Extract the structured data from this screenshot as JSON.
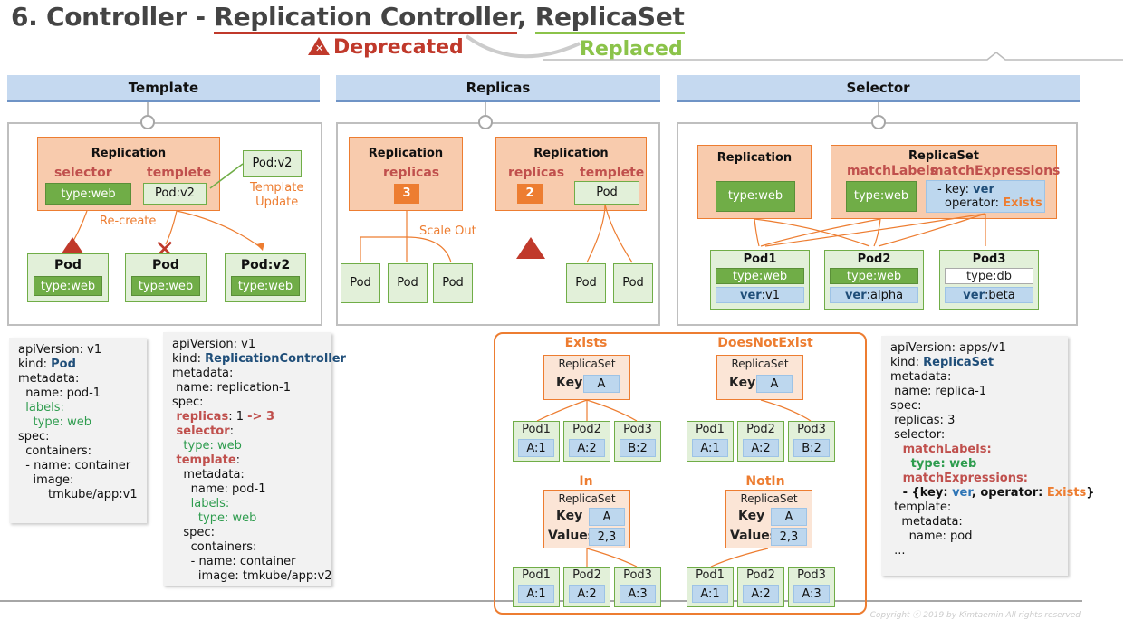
{
  "title": {
    "prefix": "6. Controller - ",
    "rc": "Replication Controller",
    "sep": ", ",
    "rs": "ReplicaSet"
  },
  "deprecated_label": "Deprecated",
  "replaced_label": "Replaced",
  "headers": {
    "template": "Template",
    "replicas": "Replicas",
    "selector": "Selector"
  },
  "template_panel": {
    "replication": "Replication",
    "selector": "selector",
    "templete": "templete",
    "sel_value": "type:web",
    "tmpl_value": "Pod:v2",
    "new_pod": "Pod:v2",
    "template_update": "Template\nUpdate",
    "recreate": "Re-create",
    "pods": [
      {
        "name": "Pod",
        "label": "type:web"
      },
      {
        "name": "Pod",
        "label": "type:web"
      },
      {
        "name": "Pod:v2",
        "label": "type:web"
      }
    ]
  },
  "replicas_panel": {
    "left": {
      "title": "Replication",
      "label": "replicas",
      "value": "3"
    },
    "right": {
      "title": "Replication",
      "replicas": "replicas",
      "value": "2",
      "templete": "templete",
      "pod": "Pod"
    },
    "scale_out": "Scale Out",
    "pod": "Pod"
  },
  "selector_panel": {
    "replication": "Replication",
    "rep_value": "type:web",
    "replicaset": "ReplicaSet",
    "matchLabels": "matchLabels",
    "matchExpressions": "matchExpressions",
    "ml_value": "type:web",
    "me_key_prefix": "- key: ",
    "me_key": "ver",
    "me_op_prefix": "operator: ",
    "me_op": "Exists",
    "pods": [
      {
        "name": "Pod1",
        "type": "type:web",
        "ver_key": "ver",
        "ver_val": ":v1"
      },
      {
        "name": "Pod2",
        "type": "type:web",
        "ver_key": "ver",
        "ver_val": ":alpha"
      },
      {
        "name": "Pod3",
        "type": "type:db",
        "ver_key": "ver",
        "ver_val": ":beta"
      }
    ]
  },
  "yaml_pod": {
    "l1": "apiVersion: v1",
    "kind": "kind: ",
    "kind_v": "Pod",
    "l3": "metadata:",
    "l4": "  name: pod-1",
    "l5": "  labels:",
    "l6": "    type: web",
    "l7": "spec:",
    "l8": "  containers:",
    "l9": "  - name: container",
    "l10": "    image:",
    "l11": "        tmkube/app:v1"
  },
  "yaml_rc": {
    "l1": "apiVersion: v1",
    "kind": "kind: ",
    "kind_v": "ReplicationController",
    "l3": "metadata:",
    "l4": " name: replication-1",
    "l5": "spec:",
    "rep_k": " replicas",
    "rep_v": ": 1 ",
    "rep_arrow": "-> 3",
    "sel": " selector",
    "sel_c": ":",
    "l8": "   type: web",
    "tpl": " template",
    "tpl_c": ":",
    "l10": "   metadata:",
    "l11": "     name: pod-1",
    "l12": "     labels:",
    "l13": "       type: web",
    "l14": "   spec:",
    "l15": "     containers:",
    "l16": "     - name: container",
    "l17": "       image: tmkube/app:v2"
  },
  "yaml_rs": {
    "l1": "apiVersion: apps/v1",
    "kind": "kind: ",
    "kind_v": "ReplicaSet",
    "l3": "metadata:",
    "l4": " name: replica-1",
    "l5": "spec:",
    "l6": " replicas: 3",
    "l7": " selector:",
    "ml": "   matchLabels:",
    "ml_v": "     type: web",
    "me": "   matchExpressions:",
    "me_a": "   - {key: ",
    "me_key": "ver",
    "me_b": ", operator: ",
    "me_op": "Exists",
    "me_c": "}",
    "l12": " template:",
    "l13": "   metadata:",
    "l14": "     name: pod",
    "l15": " ..."
  },
  "operators": {
    "exists": "Exists",
    "doesnotexist": "DoesNotExist",
    "in": "In",
    "notin": "NotIn",
    "replicaset": "ReplicaSet",
    "key": "Key",
    "key_val": "A",
    "values": "Values",
    "values_val": "2,3",
    "pods_top": [
      {
        "n": "Pod1",
        "v": "A:1"
      },
      {
        "n": "Pod2",
        "v": "A:2"
      },
      {
        "n": "Pod3",
        "v": "B:2"
      }
    ],
    "pods_bot": [
      {
        "n": "Pod1",
        "v": "A:1"
      },
      {
        "n": "Pod2",
        "v": "A:2"
      },
      {
        "n": "Pod3",
        "v": "A:3"
      }
    ]
  },
  "copyright": "Copyright ⓒ 2019 by Kimtaemin All rights reserved",
  "colors": {
    "orange": "#ed7d31",
    "green": "#70ad47",
    "blue": "#6f94c6",
    "red": "#c0392b"
  }
}
